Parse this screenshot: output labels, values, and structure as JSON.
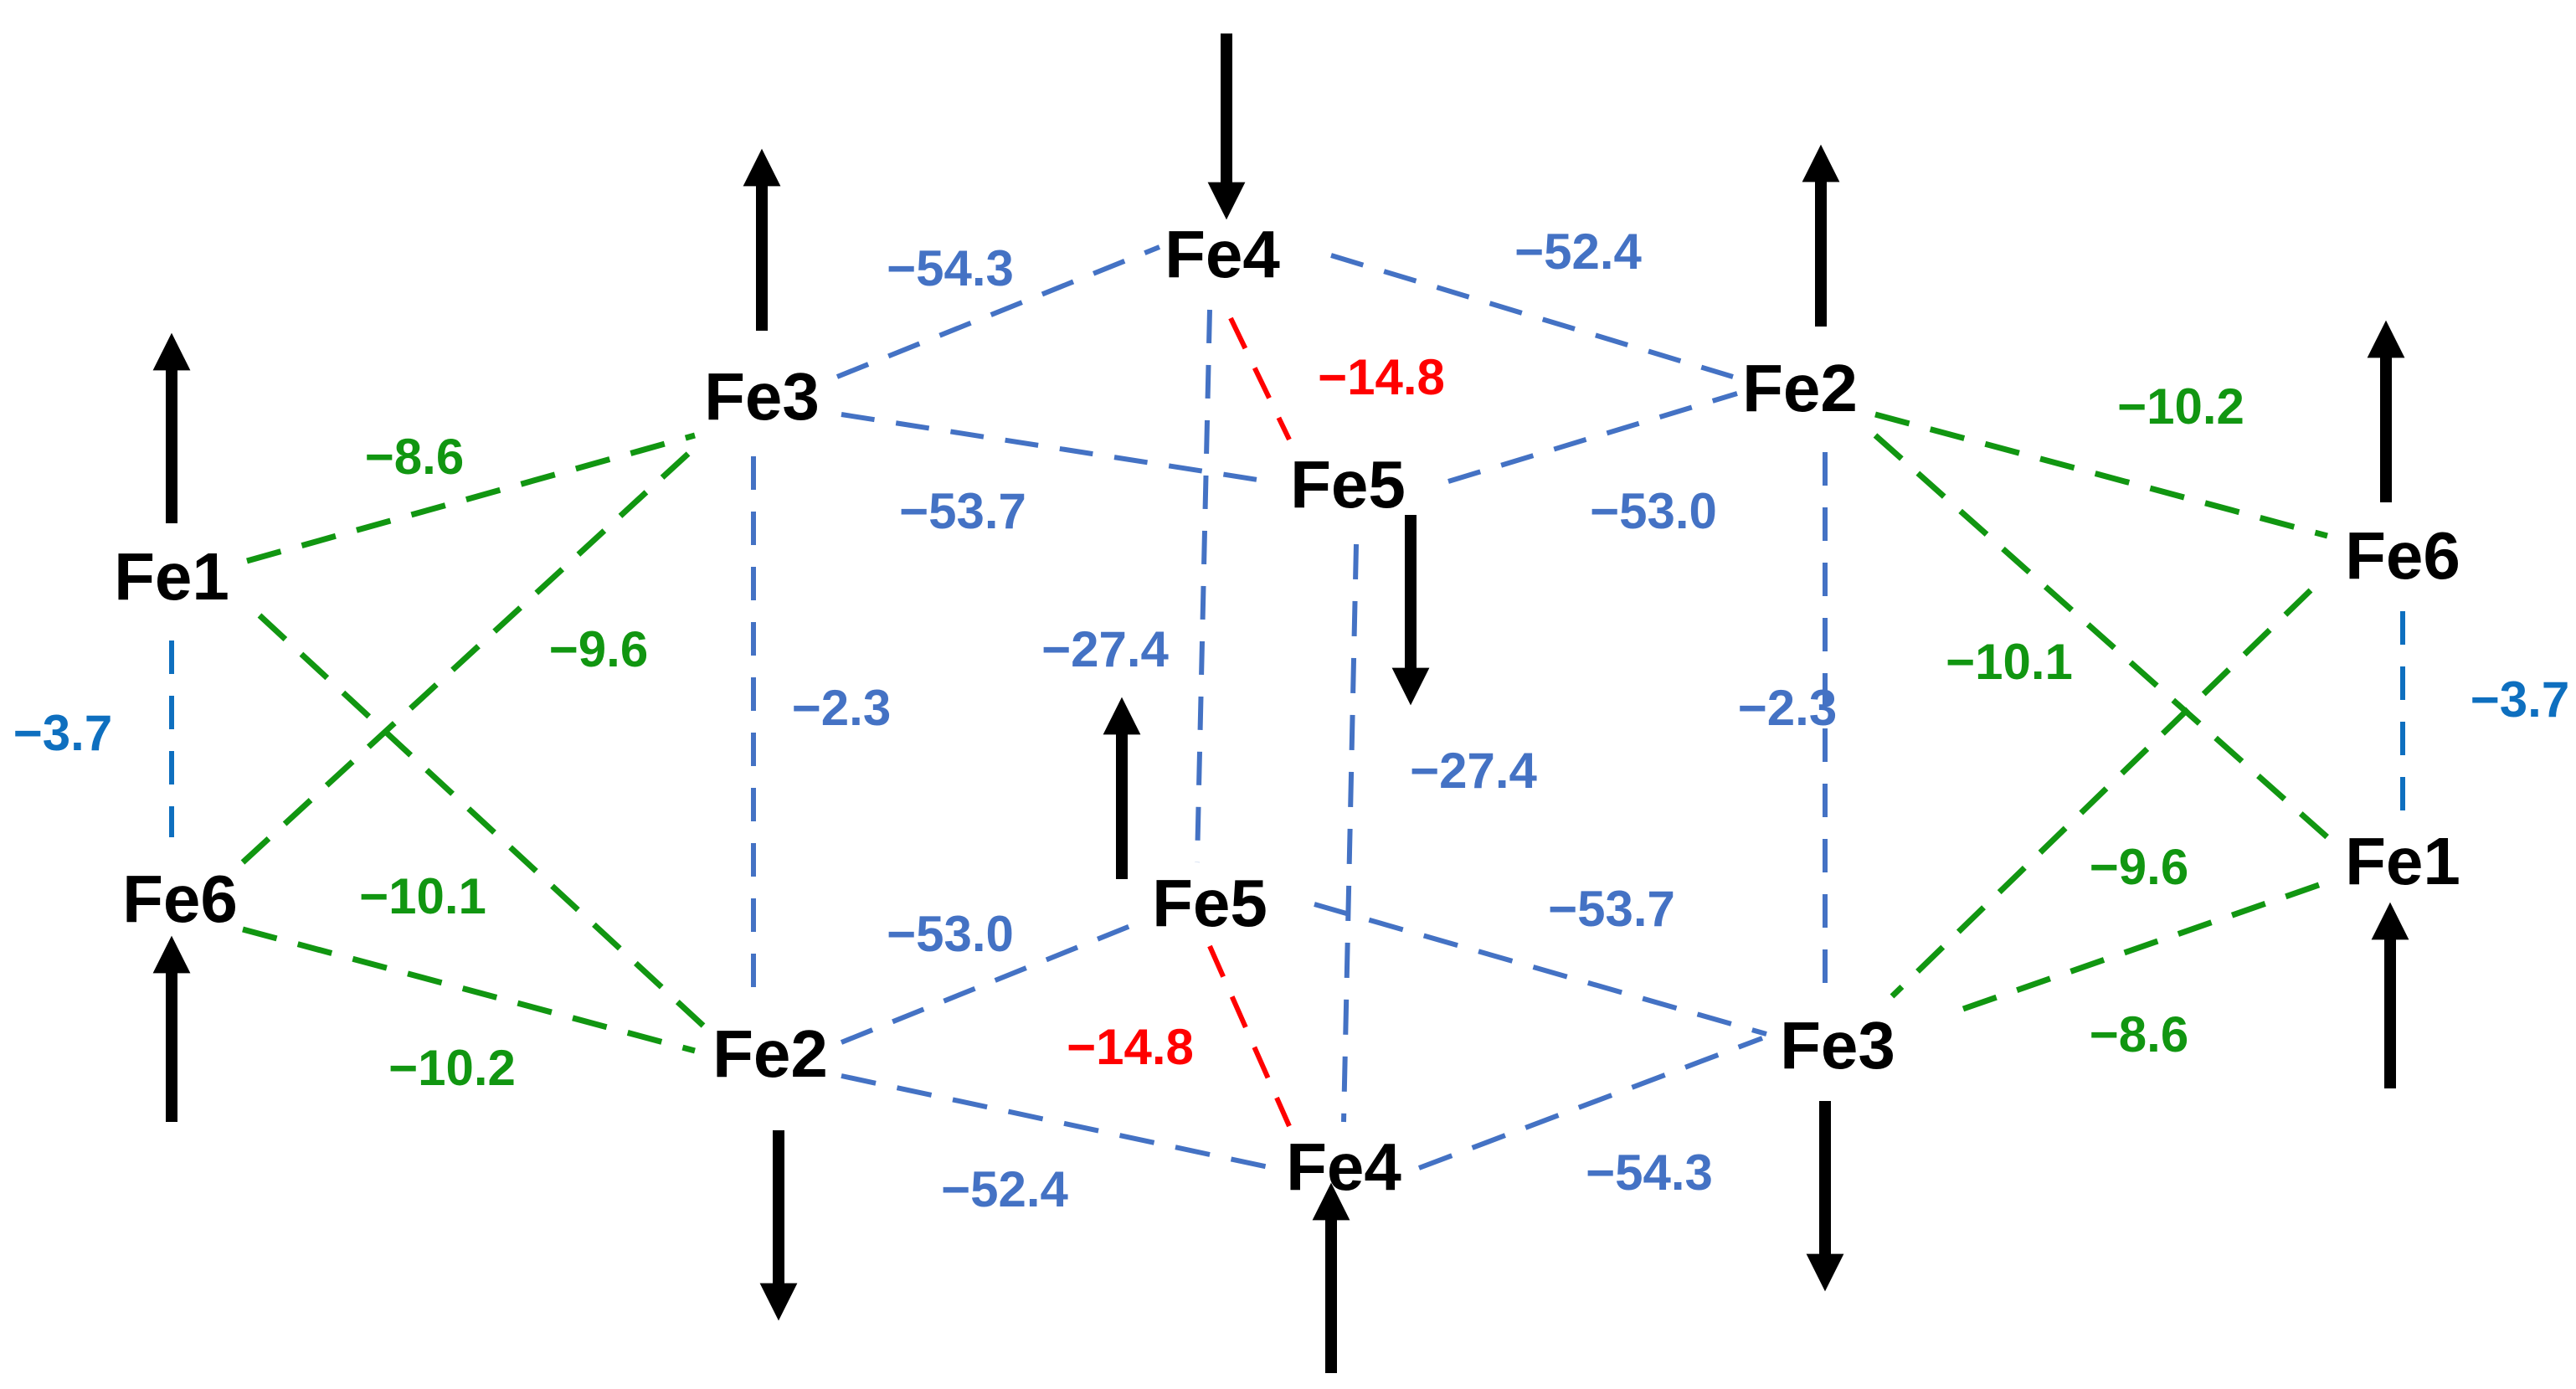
{
  "colors": {
    "blue": "#4472C4",
    "green": "#119611",
    "red": "#FF0000",
    "cyan": "#0E6FBF",
    "black": "#000000"
  },
  "nodes": [
    {
      "id": "L_Fe1",
      "label": "Fe1",
      "spin": "up"
    },
    {
      "id": "L_Fe6",
      "label": "Fe6",
      "spin": "up"
    },
    {
      "id": "L_Fe3",
      "label": "Fe3",
      "spin": "up"
    },
    {
      "id": "L_Fe2",
      "label": "Fe2",
      "spin": "down"
    },
    {
      "id": "T_Fe4",
      "label": "Fe4",
      "spin": "down"
    },
    {
      "id": "T_Fe5",
      "label": "Fe5",
      "spin": "down"
    },
    {
      "id": "B_Fe5",
      "label": "Fe5",
      "spin": "up"
    },
    {
      "id": "B_Fe4",
      "label": "Fe4",
      "spin": "up"
    },
    {
      "id": "R_Fe2",
      "label": "Fe2",
      "spin": "up"
    },
    {
      "id": "R_Fe3",
      "label": "Fe3",
      "spin": "down"
    },
    {
      "id": "R_Fe6",
      "label": "Fe6",
      "spin": "up"
    },
    {
      "id": "R_Fe1",
      "label": "Fe1",
      "spin": "up"
    }
  ],
  "edges": [
    {
      "from": "L_Fe1",
      "to": "L_Fe6",
      "value": "−3.7",
      "color": "cyan"
    },
    {
      "from": "L_Fe1",
      "to": "L_Fe3",
      "value": "−8.6",
      "color": "green"
    },
    {
      "from": "L_Fe6",
      "to": "L_Fe3",
      "value": "−9.6",
      "color": "green"
    },
    {
      "from": "L_Fe1",
      "to": "L_Fe2",
      "value": "−10.1",
      "color": "green"
    },
    {
      "from": "L_Fe6",
      "to": "L_Fe2",
      "value": "−10.2",
      "color": "green"
    },
    {
      "from": "L_Fe3",
      "to": "L_Fe2",
      "value": "−2.3",
      "color": "blue"
    },
    {
      "from": "L_Fe3",
      "to": "T_Fe4",
      "value": "−54.3",
      "color": "blue"
    },
    {
      "from": "L_Fe3",
      "to": "T_Fe5",
      "value": "−53.7",
      "color": "blue"
    },
    {
      "from": "T_Fe4",
      "to": "R_Fe2",
      "value": "−52.4",
      "color": "blue"
    },
    {
      "from": "T_Fe4",
      "to": "T_Fe5",
      "value": "−14.8",
      "color": "red"
    },
    {
      "from": "T_Fe4",
      "to": "B_Fe5",
      "value": "−27.4",
      "color": "blue"
    },
    {
      "from": "T_Fe5",
      "to": "R_Fe2",
      "value": "−53.0",
      "color": "blue"
    },
    {
      "from": "T_Fe5",
      "to": "B_Fe4",
      "value": "−27.4",
      "color": "blue"
    },
    {
      "from": "L_Fe2",
      "to": "B_Fe5",
      "value": "−53.0",
      "color": "blue"
    },
    {
      "from": "L_Fe2",
      "to": "B_Fe4",
      "value": "−52.4",
      "color": "blue"
    },
    {
      "from": "B_Fe5",
      "to": "B_Fe4",
      "value": "−14.8",
      "color": "red"
    },
    {
      "from": "B_Fe5",
      "to": "R_Fe3",
      "value": "−53.7",
      "color": "blue"
    },
    {
      "from": "B_Fe4",
      "to": "R_Fe3",
      "value": "−54.3",
      "color": "blue"
    },
    {
      "from": "R_Fe2",
      "to": "R_Fe3",
      "value": "−2.3",
      "color": "blue"
    },
    {
      "from": "R_Fe2",
      "to": "R_Fe6",
      "value": "−10.2",
      "color": "green"
    },
    {
      "from": "R_Fe2",
      "to": "R_Fe1",
      "value": "−10.1",
      "color": "green"
    },
    {
      "from": "R_Fe6",
      "to": "R_Fe3",
      "value": "−9.6",
      "color": "green"
    },
    {
      "from": "R_Fe6",
      "to": "R_Fe1",
      "value": "−3.7",
      "color": "cyan"
    },
    {
      "from": "R_Fe3",
      "to": "R_Fe1",
      "value": "−8.6",
      "color": "green"
    }
  ]
}
